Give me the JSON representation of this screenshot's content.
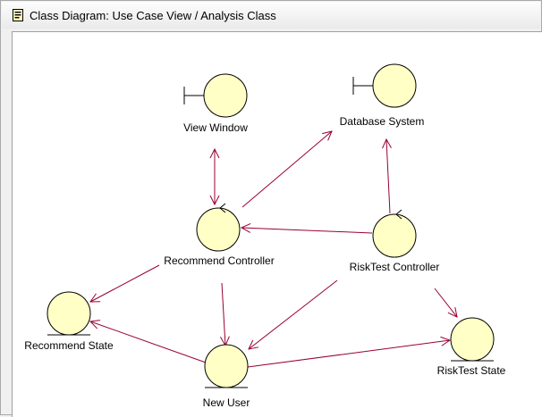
{
  "window": {
    "title": "Class Diagram: Use Case View / Analysis Class"
  },
  "diagram": {
    "colors": {
      "node_fill": "#ffffc6",
      "node_stroke": "#000000",
      "arrow": "#990033"
    },
    "nodes": [
      {
        "id": "view-window",
        "label": "View Window",
        "kind": "boundary"
      },
      {
        "id": "database-system",
        "label": "Database System",
        "kind": "boundary"
      },
      {
        "id": "recommend-controller",
        "label": "Recommend Controller",
        "kind": "control"
      },
      {
        "id": "risktest-controller",
        "label": "RiskTest Controller",
        "kind": "control"
      },
      {
        "id": "recommend-state",
        "label": "Recommend State",
        "kind": "entity"
      },
      {
        "id": "new-user",
        "label": "New User",
        "kind": "entity"
      },
      {
        "id": "risktest-state",
        "label": "RiskTest State",
        "kind": "entity"
      }
    ],
    "edges": [
      {
        "from": "view-window",
        "to": "recommend-controller",
        "bidirectional": true
      },
      {
        "from": "recommend-controller",
        "to": "database-system",
        "bidirectional": false
      },
      {
        "from": "risktest-controller",
        "to": "database-system",
        "bidirectional": false
      },
      {
        "from": "risktest-controller",
        "to": "recommend-controller",
        "bidirectional": false
      },
      {
        "from": "recommend-controller",
        "to": "recommend-state",
        "bidirectional": false
      },
      {
        "from": "recommend-controller",
        "to": "new-user",
        "bidirectional": false
      },
      {
        "from": "risktest-controller",
        "to": "new-user",
        "bidirectional": false
      },
      {
        "from": "risktest-controller",
        "to": "risktest-state",
        "bidirectional": false
      },
      {
        "from": "new-user",
        "to": "recommend-state",
        "bidirectional": false
      },
      {
        "from": "new-user",
        "to": "risktest-state",
        "bidirectional": false
      }
    ]
  }
}
